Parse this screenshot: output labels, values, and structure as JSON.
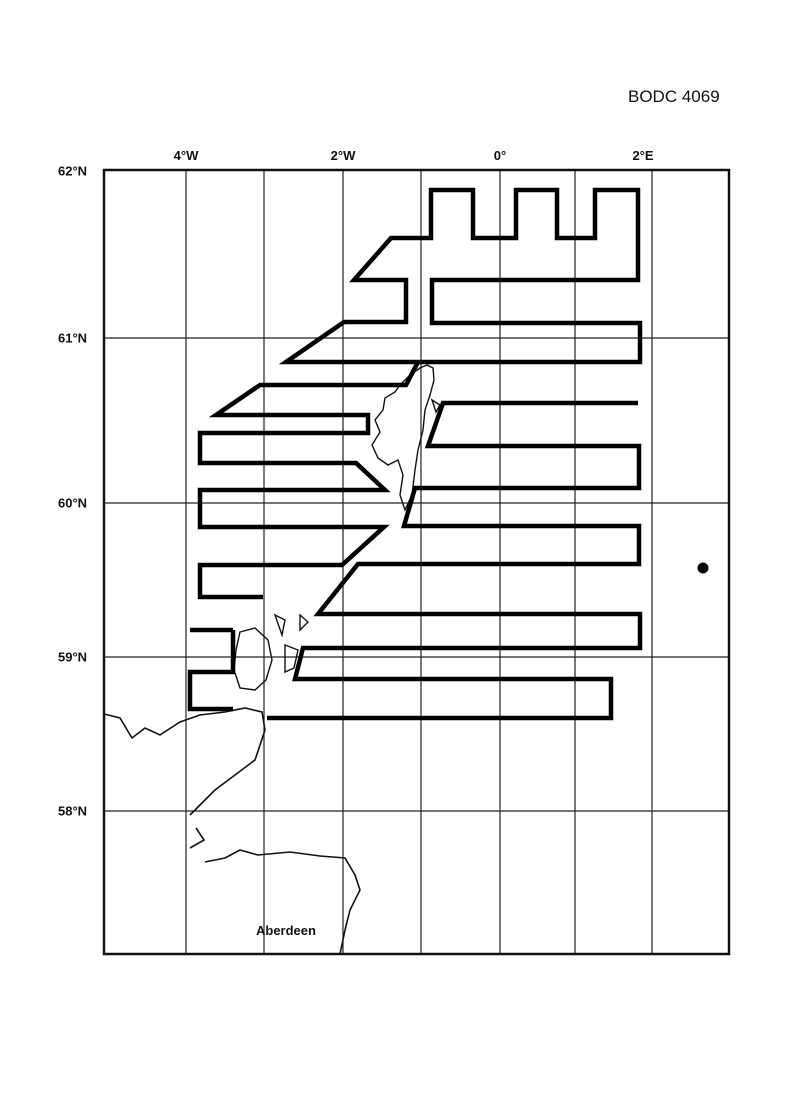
{
  "header": {
    "reference": "BODC 4069"
  },
  "map": {
    "longitude_labels": [
      "4°W",
      "2°W",
      "0°",
      "2°E"
    ],
    "latitude_labels": [
      "62°N",
      "61°N",
      "60°N",
      "59°N",
      "58°N"
    ],
    "place_labels": [
      "Aberdeen"
    ],
    "station_marker": {
      "lat": 59.6,
      "lon": 2.6
    },
    "track_color": "#000000"
  }
}
